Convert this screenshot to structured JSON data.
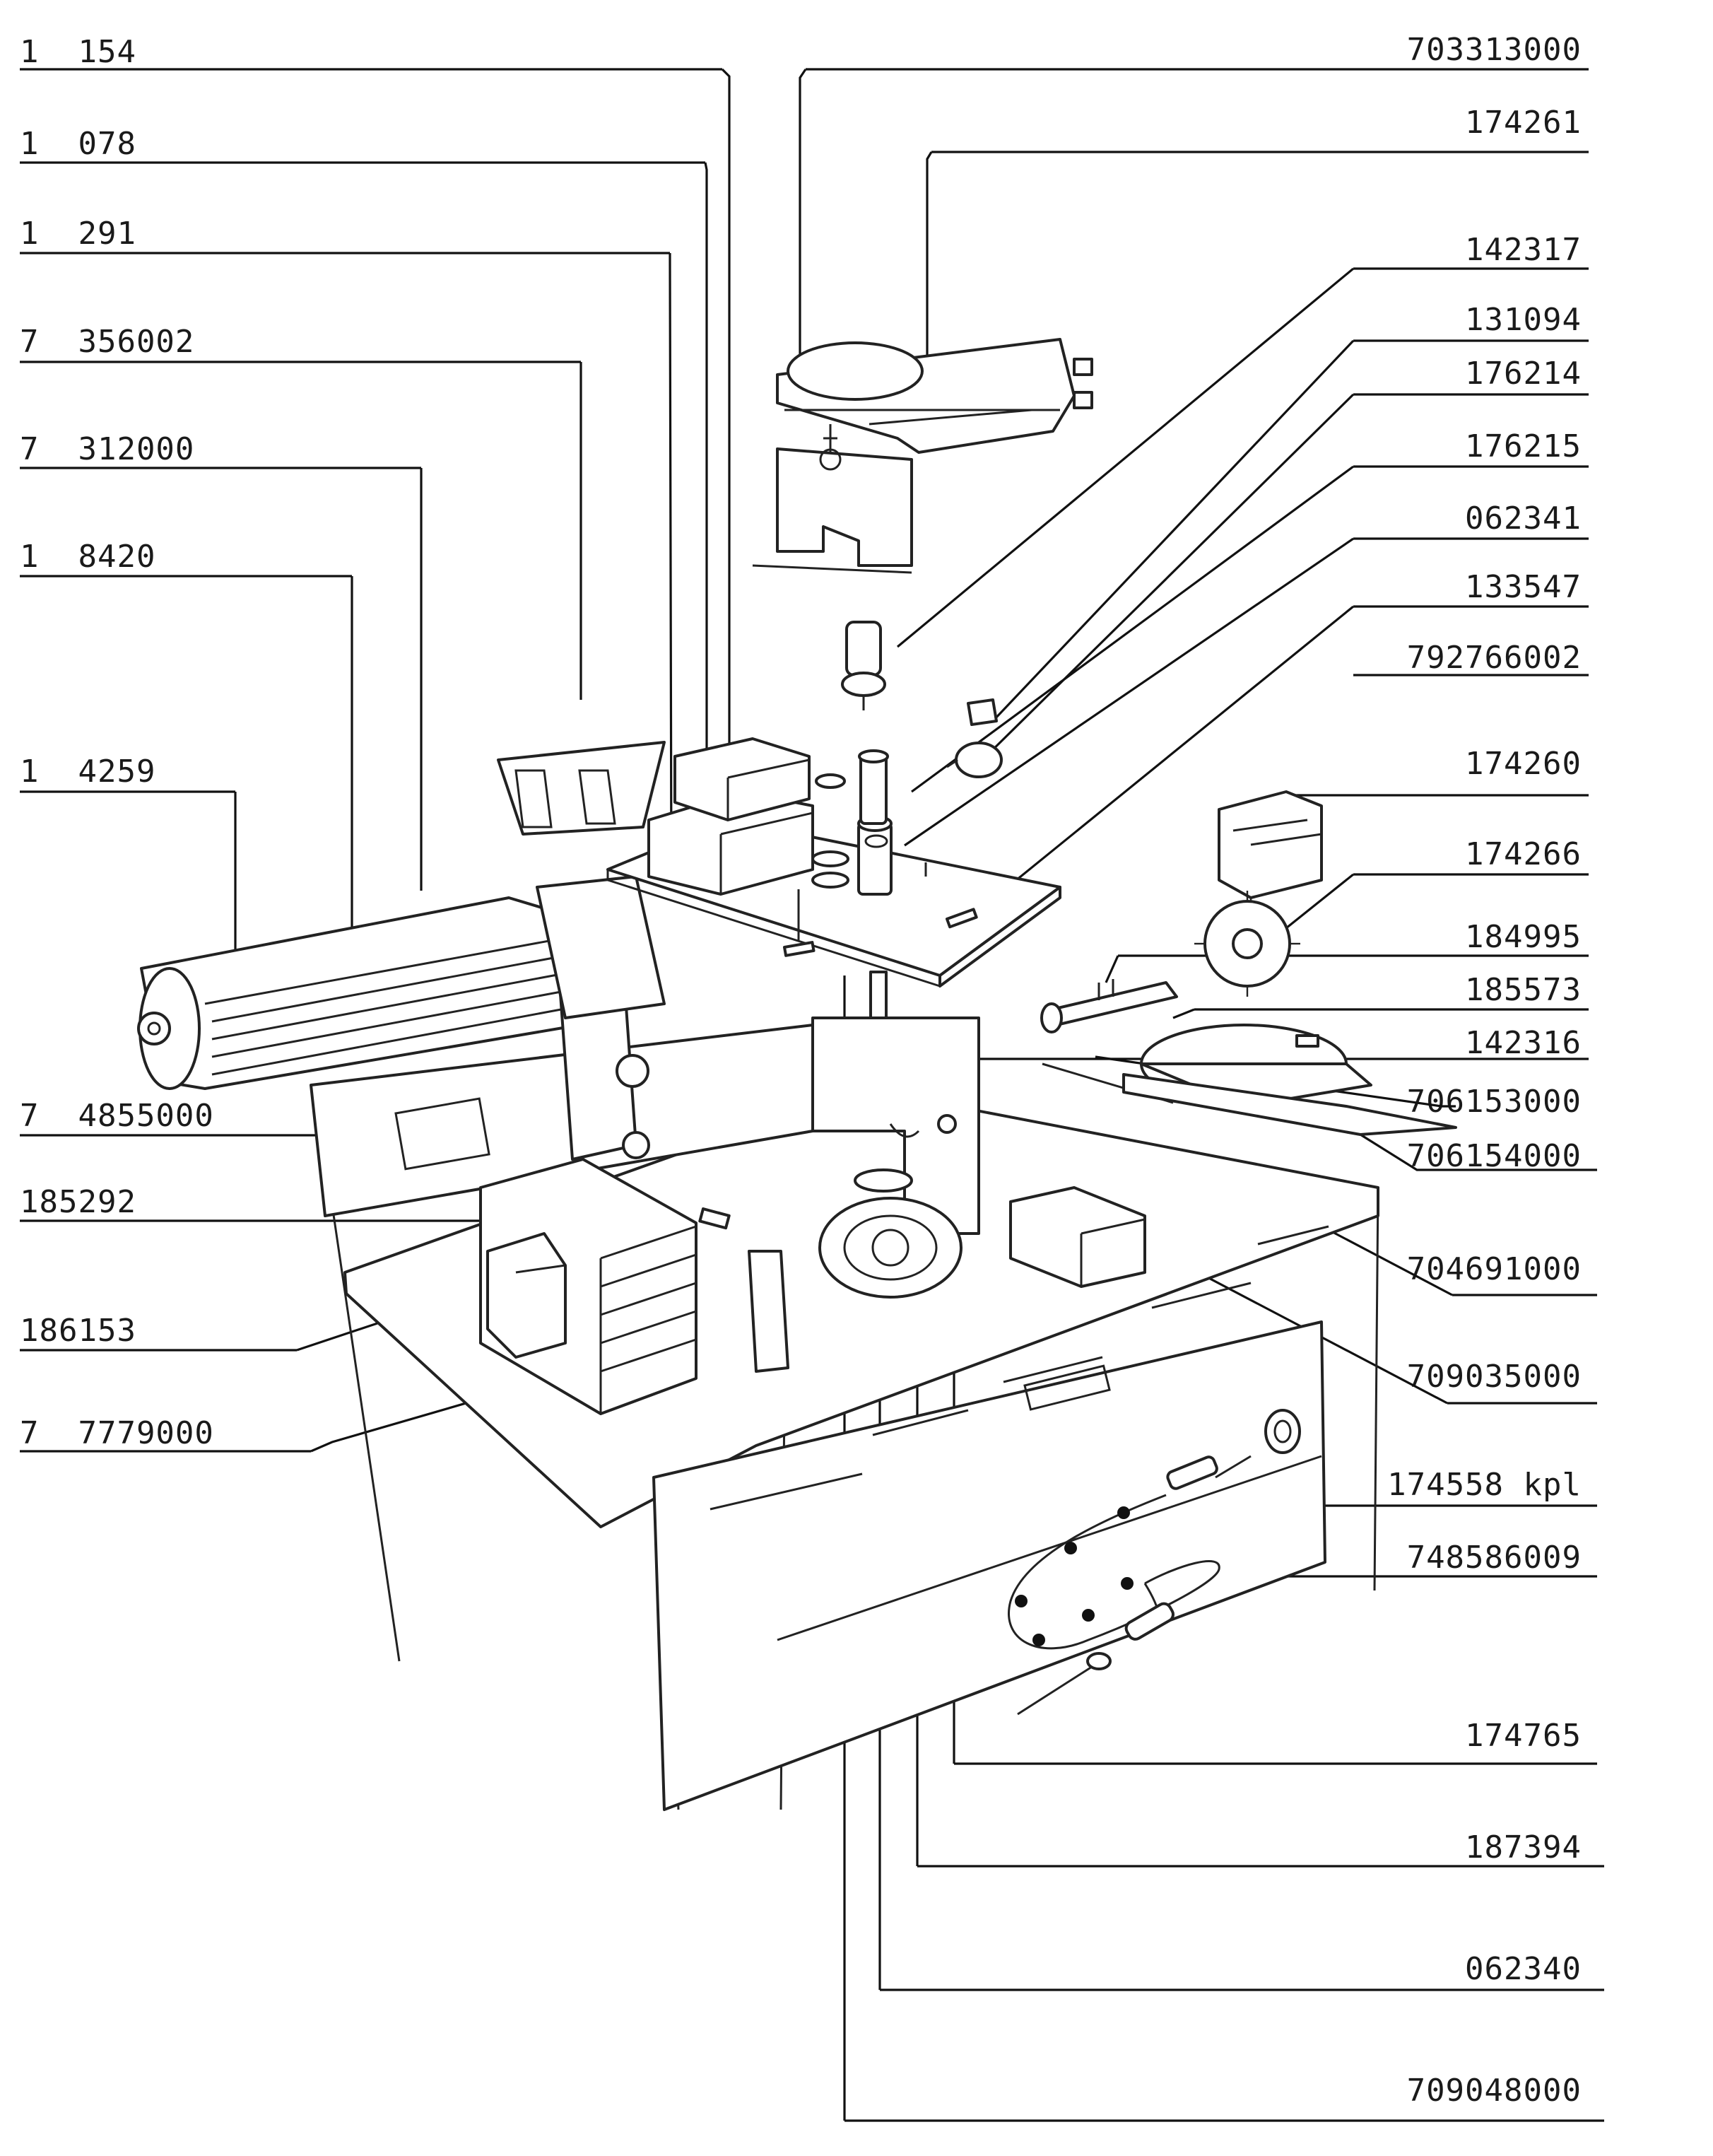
{
  "left_labels": [
    "1  154",
    "1  078",
    "1  291",
    "7  356002",
    "7  312000",
    "1  8420",
    "1  4259",
    "7  4855000",
    "185292",
    "186153",
    "7  7779000"
  ],
  "right_labels": [
    "703313000",
    "174261",
    "142317",
    "131094",
    "176214",
    "176215",
    "062341",
    "133547",
    "792766002",
    "174260",
    "174266",
    "184995",
    "185573",
    "142316",
    "706153000",
    "706154000",
    "704691000",
    "709035000",
    "174558 kpl",
    "748586009",
    "174765",
    "187394",
    "062340",
    "709048000"
  ]
}
